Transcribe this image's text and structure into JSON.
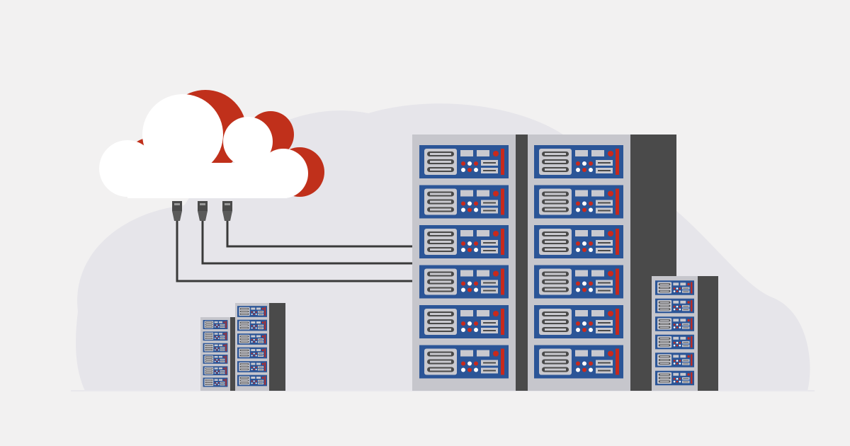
{
  "colors": {
    "background": "#f2f1f1",
    "blob": "#e6e5ea",
    "cloud": "#ffffff",
    "cloud_shadow": "#c0301b",
    "rack_body": "#c6c6cc",
    "rack_dark": "#4a4a4a",
    "unit_blue": "#2b5597",
    "unit_red": "#c8291c",
    "cable": "#3a3a3a"
  },
  "racks": [
    {
      "name": "small-rack-left-a",
      "units": 6
    },
    {
      "name": "small-rack-left-b",
      "units": 6
    },
    {
      "name": "main-rack-1",
      "units": 6
    },
    {
      "name": "main-rack-2",
      "units": 6
    },
    {
      "name": "small-rack-right",
      "units": 6
    }
  ],
  "cables": 3
}
